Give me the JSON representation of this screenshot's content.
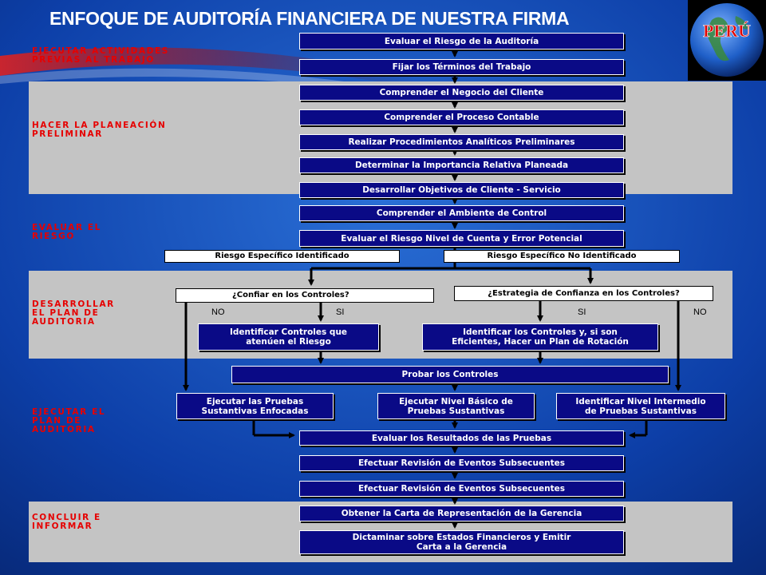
{
  "title": "ENFOQUE DE AUDITORÍA FINANCIERA DE NUESTRA FIRMA",
  "logo_text": "PERÚ",
  "colors": {
    "box_fill": "#0a0a86",
    "phase_text": "#e60000",
    "band": "#c4c4c4"
  },
  "phases": {
    "p1": "EJECUTAR ACTIVIDADES\nPREVIAS AL TRABAJO",
    "p2": "HACER LA PLANEACIÓN\nPRELIMINAR",
    "p3": "EVALUAR EL\nRIESGO",
    "p4": "DESARROLLAR\nEL PLAN DE\nAUDITORIA",
    "p5": "EJECUTAR EL\nPLAN DE\nAUDITORIA",
    "p6": "CONCLUIR E\nINFORMAR"
  },
  "steps": {
    "s1": "Evaluar el Riesgo de la Auditoría",
    "s2": "Fijar los Términos del Trabajo",
    "s3": "Comprender el Negocio del Cliente",
    "s4": "Comprender el Proceso Contable",
    "s5": "Realizar Procedimientos Analíticos Preliminares",
    "s6": "Determinar la Importancia Relativa Planeada",
    "s7": "Desarrollar Objetivos de Cliente - Servicio",
    "s8": "Comprender el Ambiente de Control",
    "s9": "Evaluar el Riesgo Nivel de Cuenta y Error Potencial",
    "s10": "Identificar Controles que\natenúen el Riesgo",
    "s11": "Identificar los Controles y, si son\nEficientes, Hacer un Plan de Rotación",
    "s12": "Probar los Controles",
    "s13": "Ejecutar las Pruebas\nSustantivas Enfocadas",
    "s14": "Ejecutar Nivel Básico de\nPruebas Sustantivas",
    "s15": "Identificar  Nivel Intermedio\nde Pruebas Sustantivas",
    "s16": "Evaluar los Resultados de las Pruebas",
    "s17": "Efectuar Revisión de Eventos Subsecuentes",
    "s18": "Efectuar Revisión de Eventos Subsecuentes",
    "s19": "Obtener la Carta de Representación de la Gerencia",
    "s20": "Dictaminar sobre Estados Financieros y Emitir\nCarta a la Gerencia"
  },
  "risk": {
    "identified": "Riesgo Específico Identificado",
    "not_identified": "Riesgo Específico No Identificado"
  },
  "decisions": {
    "left": "¿Confiar en los Controles?",
    "right": "¿Estrategia de Confianza en los Controles?"
  },
  "answers": {
    "no_left": "NO",
    "si_left": "SI",
    "si_right": "SI",
    "no_right": "NO"
  }
}
